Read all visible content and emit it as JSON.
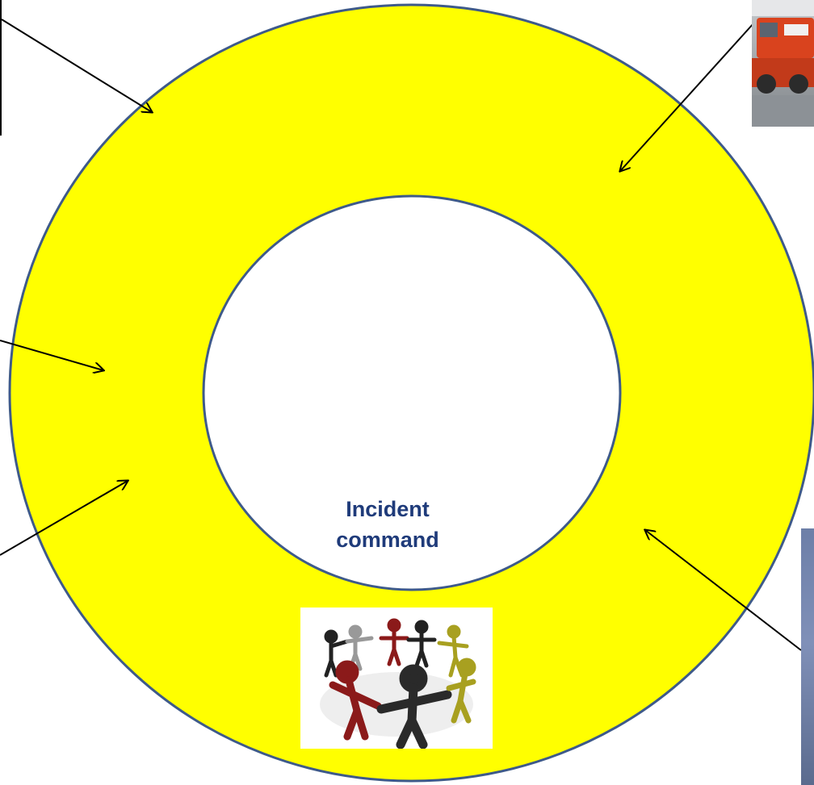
{
  "diagram": {
    "center_label_line1": "Incident",
    "center_label_line2": "command",
    "colors": {
      "ring_fill": "#ffff00",
      "ring_stroke": "#3e5a8a",
      "inner_fill": "#ffffff",
      "label_color": "#1f3b7a",
      "arrow_color": "#000000"
    },
    "images": [
      "fire-truck-photo",
      "people-circle-clipart",
      "sky-photo"
    ]
  }
}
